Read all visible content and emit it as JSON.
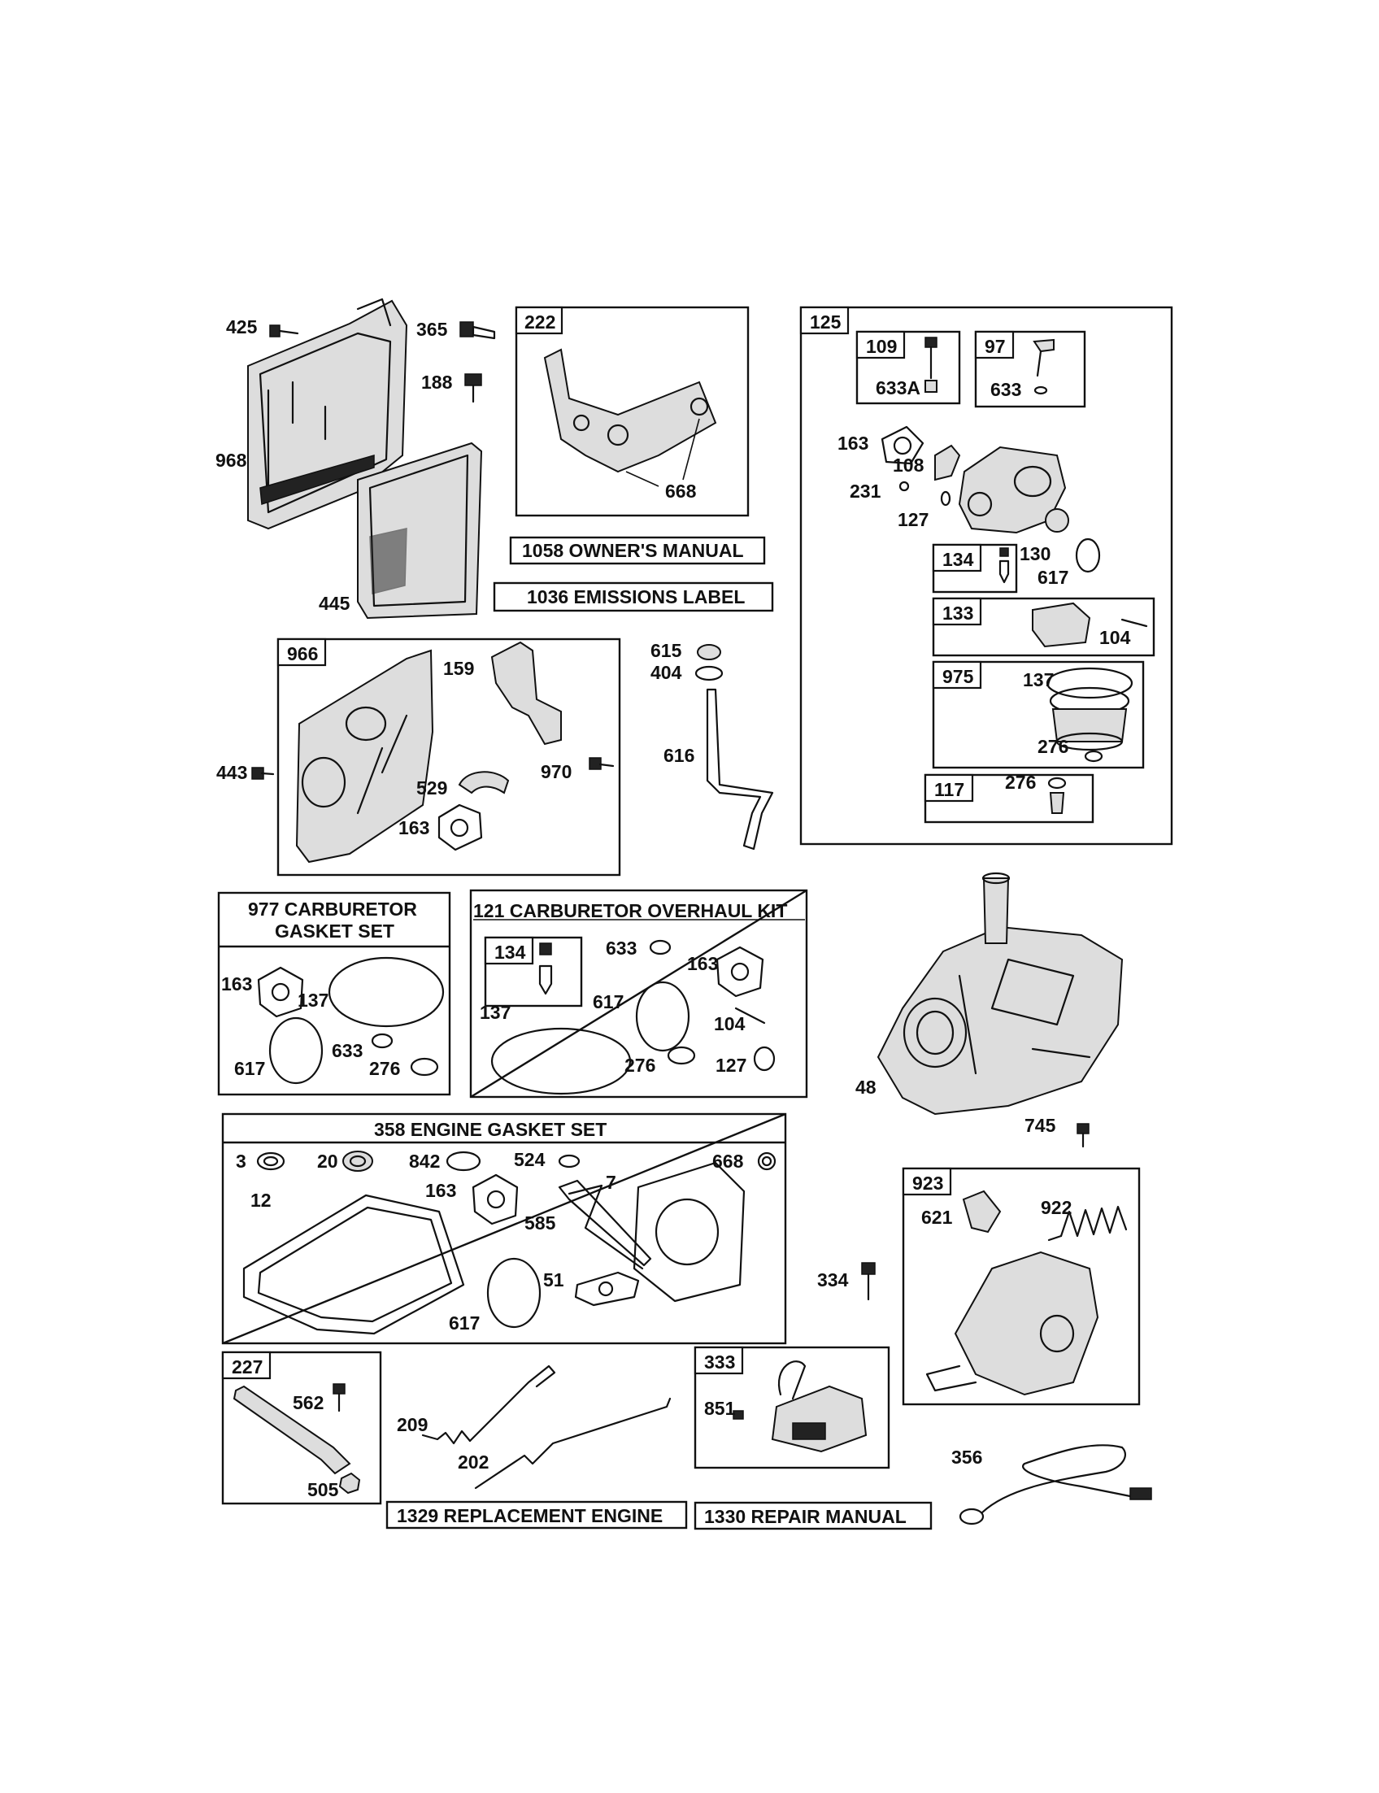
{
  "labels": {
    "l425": "425",
    "l365": "365",
    "l188": "188",
    "l968": "968",
    "l445": "445",
    "l668a": "668",
    "l633a": "633A",
    "l633b": "633",
    "l163a": "163",
    "l108": "108",
    "l231": "231",
    "l127a": "127",
    "l130": "130",
    "l617a": "617",
    "l104a": "104",
    "l137a": "137",
    "l276a": "276",
    "l276b": "276",
    "l159": "159",
    "l443": "443",
    "l529": "529",
    "l970": "970",
    "l163b": "163",
    "l615": "615",
    "l404": "404",
    "l616": "616",
    "l163c": "163",
    "l137b": "137",
    "l617b": "617",
    "l633c": "633",
    "l276c": "276",
    "l633d": "633",
    "l163d": "163",
    "l137c": "137",
    "l617c": "617",
    "l104b": "104",
    "l276d": "276",
    "l127b": "127",
    "l48": "48",
    "l745": "745",
    "l3": "3",
    "l20": "20",
    "l842": "842",
    "l524": "524",
    "l7": "7",
    "l668b": "668",
    "l12": "12",
    "l163e": "163",
    "l585": "585",
    "l51": "51",
    "l617d": "617",
    "l334": "334",
    "l621": "621",
    "l922": "922",
    "l562": "562",
    "l505": "505",
    "l209": "209",
    "l202": "202",
    "l851": "851",
    "l356": "356"
  },
  "boxes": {
    "b222": "222",
    "b125": "125",
    "b109": "109",
    "b97": "97",
    "b134a": "134",
    "b133": "133",
    "b975": "975",
    "b117": "117",
    "b966": "966",
    "b134b": "134",
    "b923": "923",
    "b227": "227",
    "b333": "333"
  },
  "titles": {
    "owners_manual": "1058 OWNER'S MANUAL",
    "emissions_label": "1036 EMISSIONS LABEL",
    "carb_gasket_1": "977 CARBURETOR",
    "carb_gasket_2": "GASKET SET",
    "carb_overhaul": "121 CARBURETOR OVERHAUL KIT",
    "engine_gasket": "358 ENGINE GASKET SET",
    "replacement_engine": "1329 REPLACEMENT ENGINE",
    "repair_manual": "1330 REPAIR MANUAL"
  }
}
